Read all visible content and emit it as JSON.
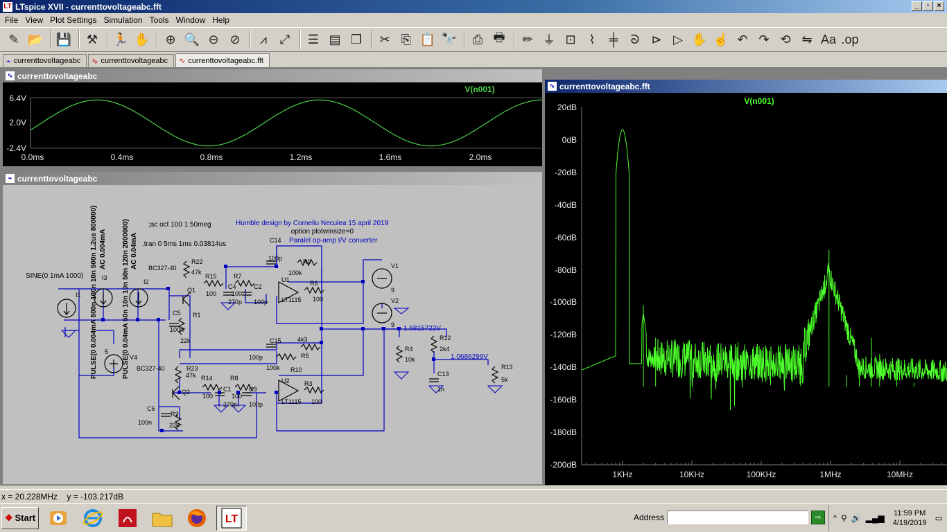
{
  "window": {
    "title": "LTspice XVII - currenttovoltageabc.fft",
    "min": "_",
    "restore": "▫",
    "close": "×"
  },
  "menu": [
    "File",
    "View",
    "Plot Settings",
    "Simulation",
    "Tools",
    "Window",
    "Help"
  ],
  "toolbar_icons": [
    "new-schematic-icon",
    "open-icon",
    "save-icon",
    "control-panel-icon",
    "run-icon",
    "halt-icon",
    "zoom-in-icon",
    "zoom-full-icon",
    "zoom-out-icon",
    "zoom-cancel-icon",
    "autorange-icon",
    "pan-icon",
    "tile-horizontal-icon",
    "tile-vertical-icon",
    "cascade-icon",
    "cut-icon",
    "copy-icon",
    "paste-icon",
    "find-icon",
    "print-icon",
    "print-setup-icon",
    "draw-wire-icon",
    "ground-icon",
    "label-net-icon",
    "resistor-icon",
    "capacitor-icon",
    "inductor-icon",
    "diode-icon",
    "component-icon",
    "move-icon",
    "drag-icon",
    "undo-icon",
    "redo-icon",
    "rotate-icon",
    "mirror-icon",
    "text-icon",
    "spice-directive-icon"
  ],
  "tabs": [
    {
      "label": "currenttovoltageabc",
      "kind": "schematic"
    },
    {
      "label": "currenttovoltageabc",
      "kind": "waveform"
    },
    {
      "label": "currenttovoltageabc.fft",
      "kind": "waveform"
    }
  ],
  "transient": {
    "title": "currenttovoltageabc",
    "trace": "V(n001)",
    "yticks": [
      "6.4V",
      "2.0V",
      "-2.4V"
    ],
    "xticks": [
      "0.0ms",
      "0.4ms",
      "0.8ms",
      "1.2ms",
      "1.6ms",
      "2.0ms"
    ],
    "trace_color": "#4cd24c"
  },
  "schematic": {
    "title": "currenttovoltageabc",
    "texts": {
      "design": "Humble design by Corneliu Neculea 15 april 2019",
      "option": ".option plotwinsize=0",
      "parallel": "Paralel op-amp I/V converter",
      "ac": ";ac oct 100 1 50meg",
      "tran": ".tran 0 5ms 1ms 0.03814us",
      "sine": "SINE(0 1mA 1000)",
      "pulse1": "PULSE(0 0.004mA 500n 100n 10n 500n 1.2us 800000)",
      "ac1": "AC 0.004mA",
      "pulse2": "PULSE(0 0.04mA 50n 10n 10n 50n 120n 2000000)",
      "ac2": "AC 0.04mA",
      "v1node": "1.5815722V",
      "v2node": "1.0686299V"
    },
    "labels": [
      "C14",
      "100p",
      "R9",
      "100k",
      "R22",
      "47k",
      "R15",
      "100",
      "R7",
      "100",
      "C4",
      "270p",
      "C2",
      "100p",
      "U1",
      "LT1115",
      "R6",
      "100",
      "V1",
      "9",
      "V2",
      "9",
      "BC327-40",
      "Q1",
      "R1",
      "22k",
      "C5",
      "100n",
      "I1",
      "I3",
      "I2",
      "V4",
      "5",
      "C15",
      "100p",
      "4k3",
      "R5",
      "100k",
      "R10",
      "R4",
      "10k",
      "R12",
      "2k4",
      "C13",
      "1n",
      "R13",
      "5k",
      "R23",
      "47k",
      "R14",
      "100",
      "R8",
      "100",
      "C1",
      "270p",
      "C3",
      "100p",
      "U2",
      "LT1115",
      "R3",
      "100",
      "BC327-40",
      "Q2",
      "C6",
      "100n",
      "R2",
      "22k"
    ]
  },
  "fft": {
    "title": "currenttovoltageabc.fft",
    "trace": "V(n001)",
    "yticks": [
      "20dB",
      "0dB",
      "-20dB",
      "-40dB",
      "-60dB",
      "-80dB",
      "-100dB",
      "-120dB",
      "-140dB",
      "-160dB",
      "-180dB",
      "-200dB"
    ],
    "xticks": [
      "1KHz",
      "10KHz",
      "100KHz",
      "1MHz",
      "10MHz"
    ],
    "trace_color": "#4cff2a"
  },
  "status": {
    "coords": "x = 20.228MHz    y = -103.217dB"
  },
  "taskbar": {
    "start": "Start",
    "apps": [
      "media-player-icon",
      "internet-explorer-icon",
      "pdf-reader-icon",
      "file-explorer-icon",
      "firefox-icon",
      "ltspice-icon"
    ],
    "address_label": "Address",
    "address_value": "",
    "time": "11:59 PM",
    "date": "4/19/2019"
  }
}
